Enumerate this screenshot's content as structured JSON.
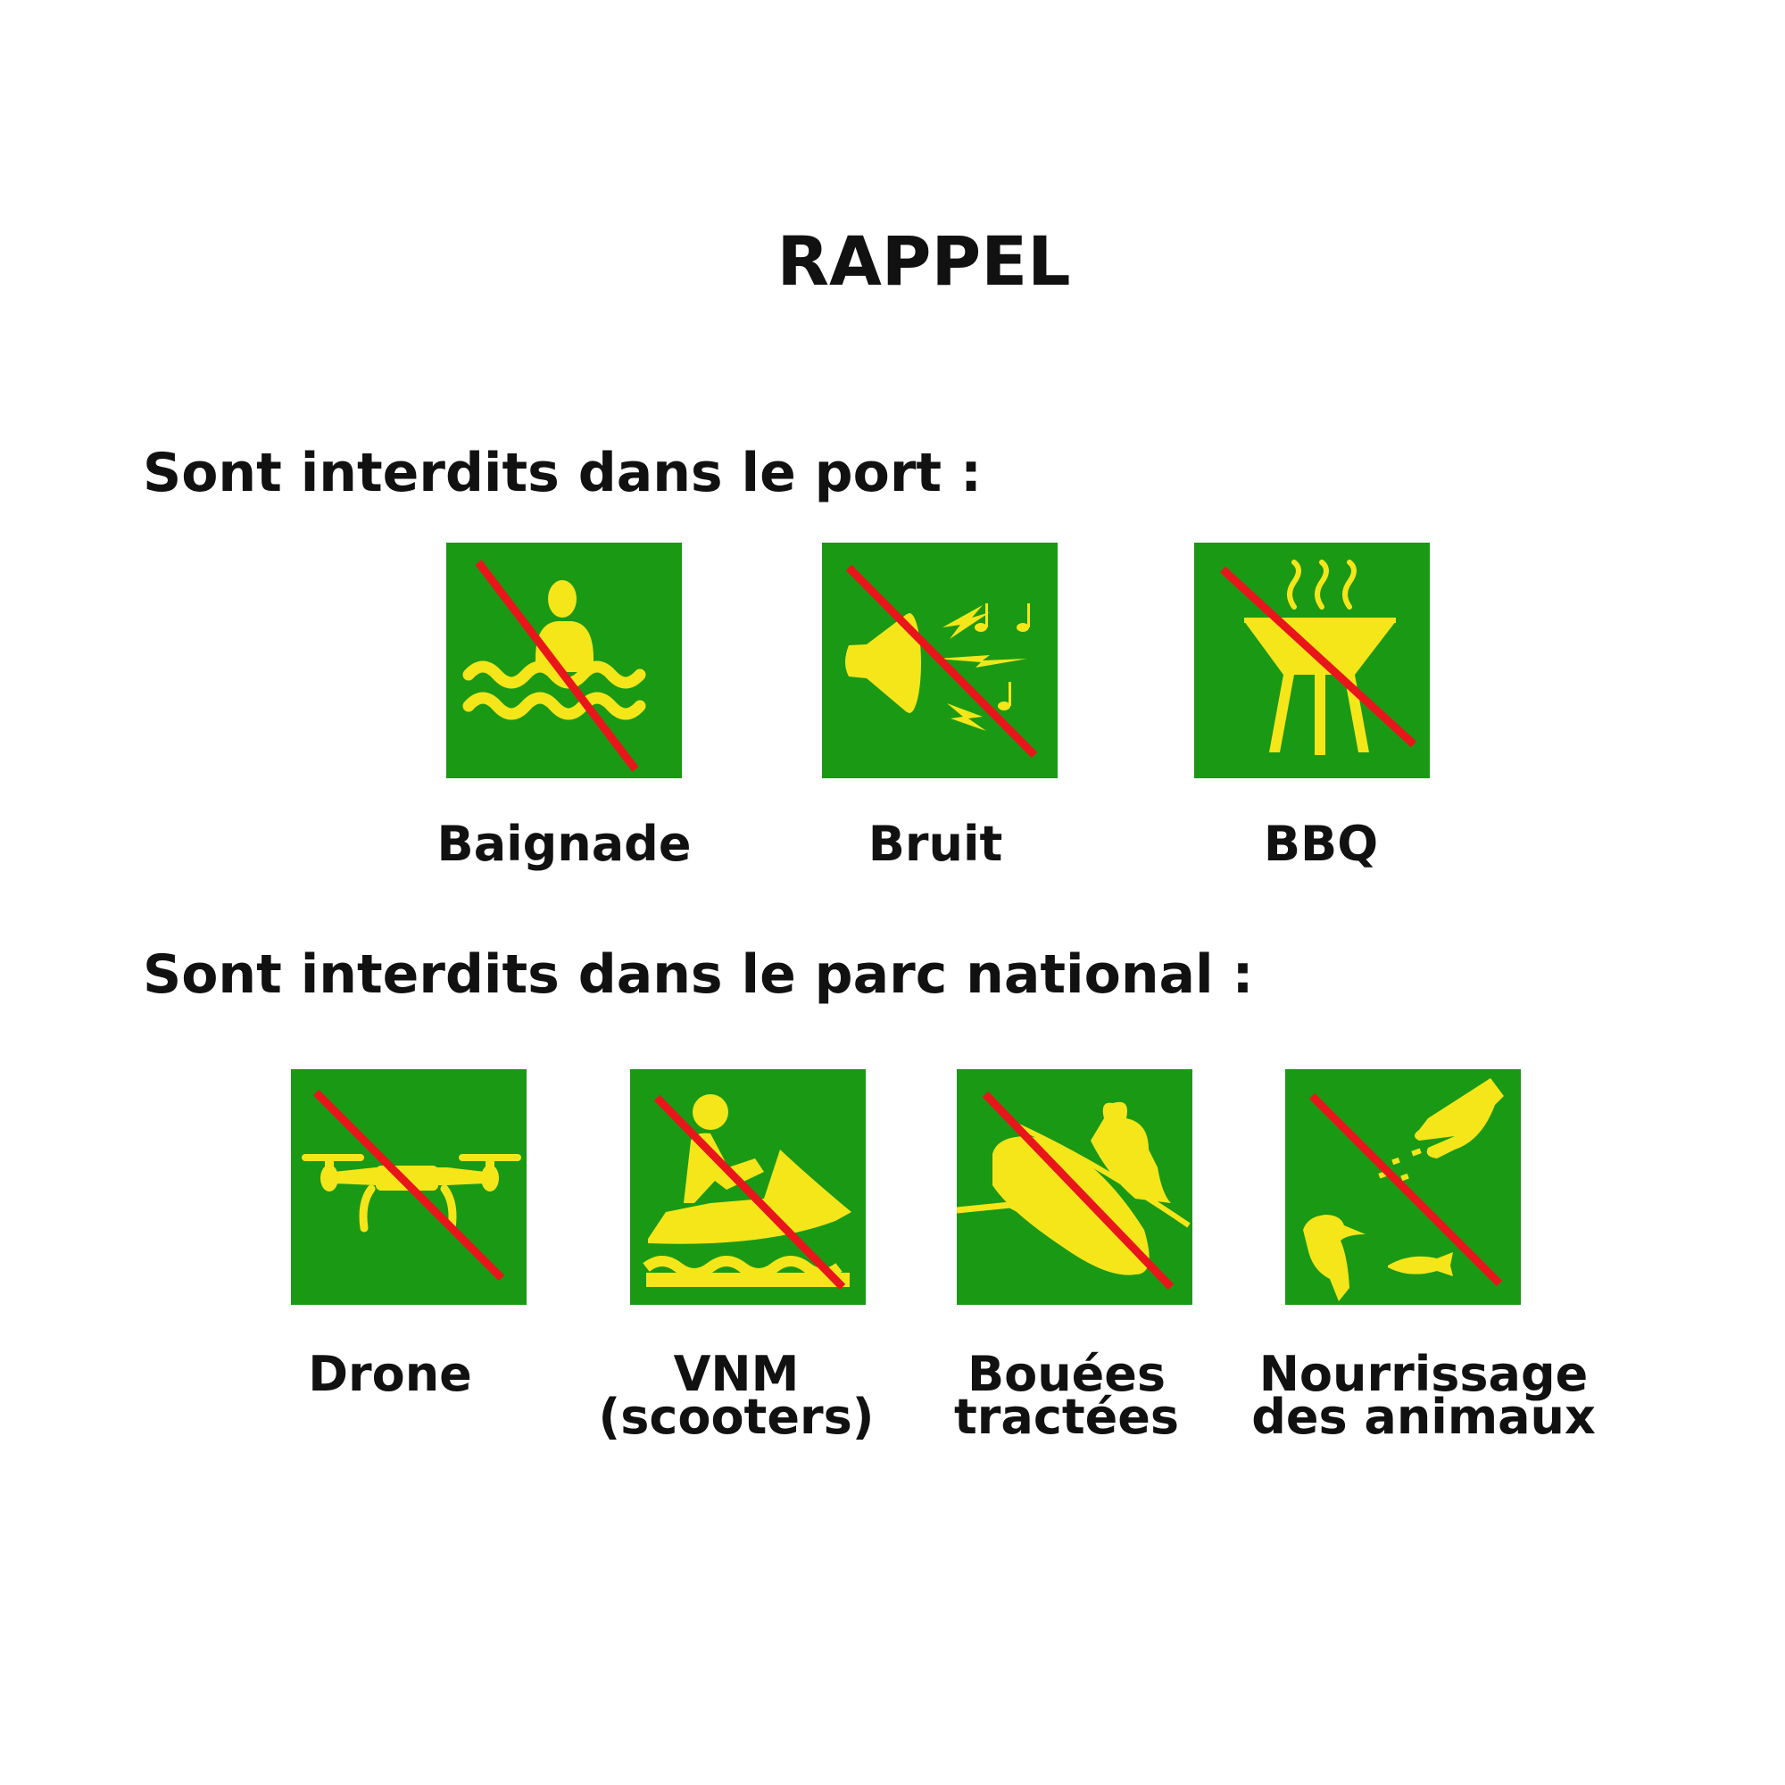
{
  "title": "RAPPEL",
  "colors": {
    "sign_green": "#1a9914",
    "pictogram_yellow": "#f5e61a",
    "prohibition_red": "#e8161b"
  },
  "port": {
    "heading": "Sont interdits dans le port :",
    "items": [
      {
        "icon": "swimmer-in-waves-icon",
        "label": "Baignade"
      },
      {
        "icon": "loudspeaker-noise-icon",
        "label": "Bruit"
      },
      {
        "icon": "barbecue-grill-icon",
        "label": "BBQ"
      }
    ]
  },
  "park": {
    "heading": "Sont interdits dans le parc national :",
    "items": [
      {
        "icon": "drone-icon",
        "label_lines": [
          "Drone"
        ]
      },
      {
        "icon": "jet-ski-icon",
        "label_lines": [
          "VNM",
          "(scooters)"
        ]
      },
      {
        "icon": "towed-buoy-icon",
        "label_lines": [
          "Bouées",
          "tractées"
        ]
      },
      {
        "icon": "feeding-animals-icon",
        "label_lines": [
          "Nourrissage",
          "des animaux"
        ]
      }
    ]
  }
}
